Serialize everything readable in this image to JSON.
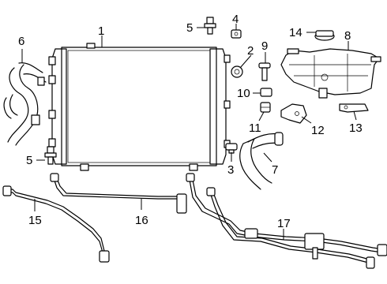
{
  "callouts": [
    {
      "id": "1",
      "text": "1"
    },
    {
      "id": "2",
      "text": "2"
    },
    {
      "id": "3",
      "text": "3"
    },
    {
      "id": "4",
      "text": "4"
    },
    {
      "id": "5a",
      "text": "5"
    },
    {
      "id": "5b",
      "text": "5"
    },
    {
      "id": "6",
      "text": "6"
    },
    {
      "id": "7",
      "text": "7"
    },
    {
      "id": "8",
      "text": "8"
    },
    {
      "id": "9",
      "text": "9"
    },
    {
      "id": "10",
      "text": "10"
    },
    {
      "id": "11",
      "text": "11"
    },
    {
      "id": "12",
      "text": "12"
    },
    {
      "id": "13",
      "text": "13"
    },
    {
      "id": "14",
      "text": "14"
    },
    {
      "id": "15",
      "text": "15"
    },
    {
      "id": "16",
      "text": "16"
    },
    {
      "id": "17",
      "text": "17"
    }
  ]
}
